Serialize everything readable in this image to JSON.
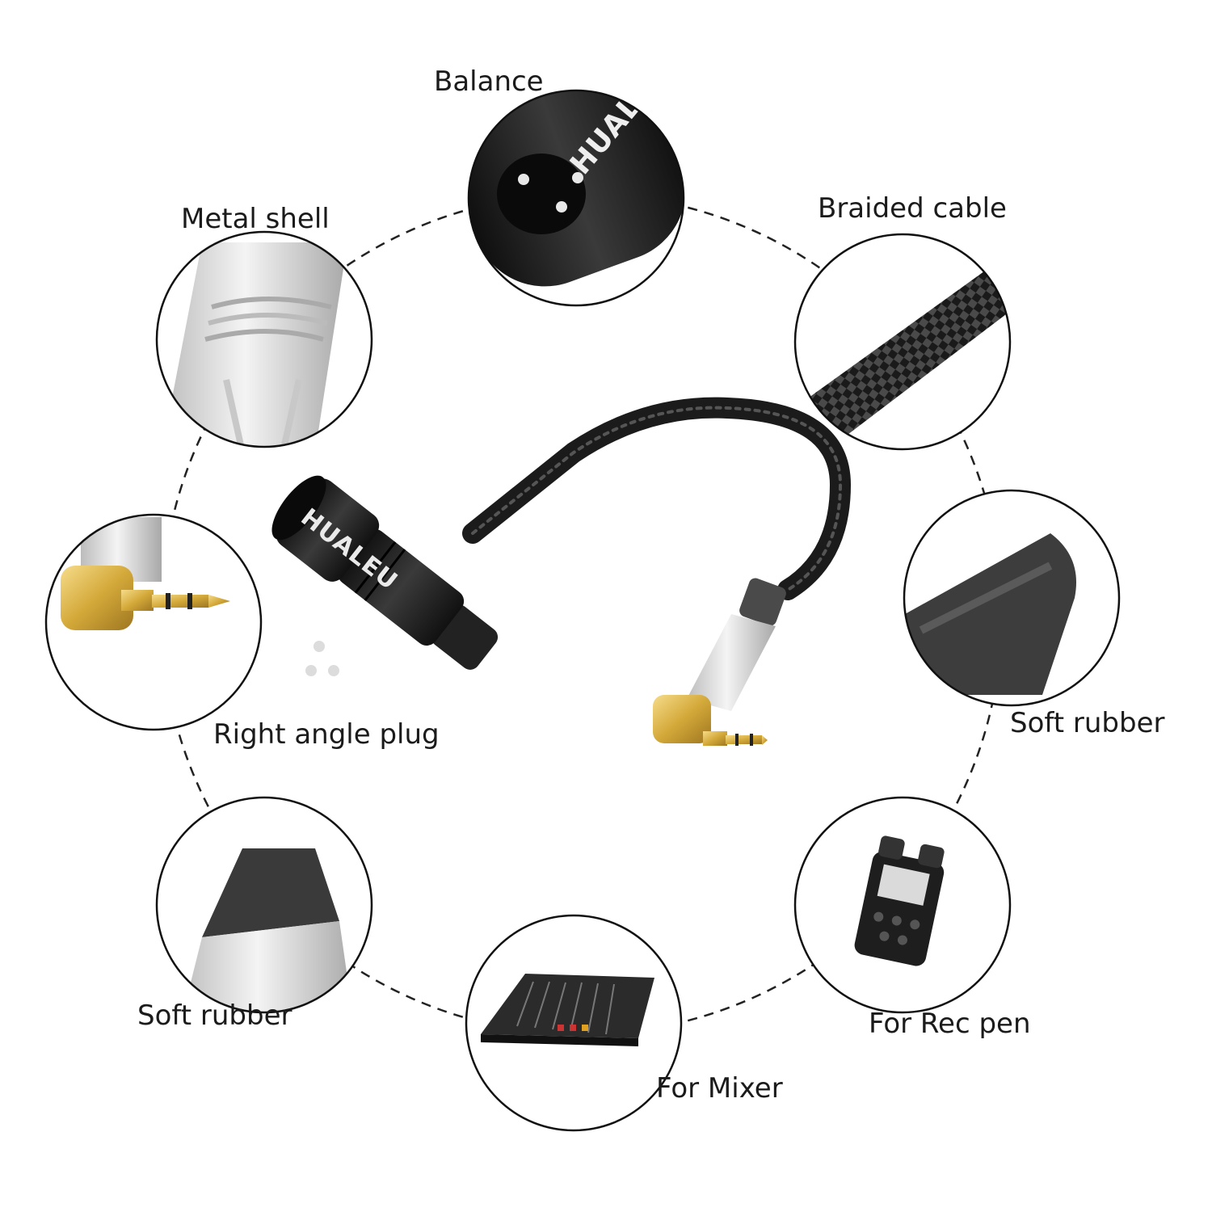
{
  "labels": {
    "balance": "Balance",
    "braided_cable": "Braided cable",
    "metal_shell": "Metal shell",
    "right_angle_plug": "Right angle plug",
    "soft_rubber_right": "Soft rubber",
    "soft_rubber_left": "Soft rubber",
    "for_rec_pen": "For Rec pen",
    "for_mixer": "For Mixer"
  },
  "brand": {
    "xlr_text": "HUALEU",
    "closeup_text": "HUAL"
  },
  "colors": {
    "outline": "#111111",
    "dash": "#222222",
    "xlr_body": "#1c1c1c",
    "braid": "#2a2a2a",
    "metal": "#d9d9d9",
    "gold": "#d4a93a",
    "rubber": "#3a3a3a"
  }
}
